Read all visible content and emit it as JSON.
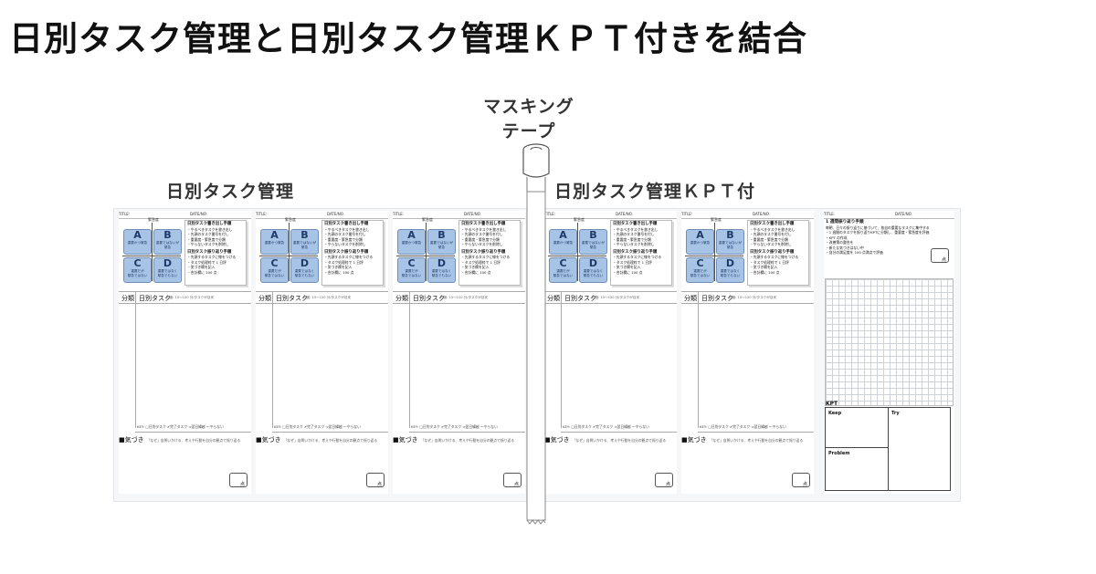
{
  "title": "日別タスク管理と日別タスク管理ＫＰＴ付きを結合",
  "labels": {
    "left": "日別タスク管理",
    "right": "日別タスク管理ＫＰＴ付",
    "tape_line1": "マスキング",
    "tape_line2": "テープ"
  },
  "sheet": {
    "header_title": "TITLE:",
    "header_date": "DATE/NO.",
    "axis_label": "緊急度",
    "quadrants": [
      {
        "letter": "A",
        "text1": "重要かつ緊急",
        "text2": ""
      },
      {
        "letter": "B",
        "text1": "重要ではないが",
        "text2": "緊急"
      },
      {
        "letter": "C",
        "text1": "重要だが",
        "text2": "緊急ではない"
      },
      {
        "letter": "D",
        "text1": "重要ではなく",
        "text2": "緊急でもない"
      }
    ],
    "steps_write_title": "日別タスク書き出し手順",
    "steps_write": [
      "・やるべきタスクを書き出し",
      "・先頭のタスク番号を付し",
      "・重要度・緊急度で分類",
      "・やらないタスクを削除し"
    ],
    "steps_review_title": "日別タスク振り返り手順",
    "steps_review": [
      "・先頭するタスクに線をつける",
      "・タスク処理枠で 1 日評",
      "・気づき欄を記入",
      "・合計欄に 100 点"
    ],
    "col_bunrui": "分類",
    "col_task": "日別タスク",
    "col_note": "粒度: 15～120 分/タスクが目安",
    "key_line": "KEY: □日別タスク ✔完了タスク ⇒翌日繰越 ～やらない",
    "kizuki": "■気づき",
    "kizuki_sub": "「なぜ」自問いかける、考えや行動を自分の観点で振り返る",
    "score": "点"
  },
  "kpt": {
    "reflect_title": "1 週間振り返り手順",
    "reflect_lines": [
      "毎朝、日々の振り返りに基づいて、各自の重要なタスクに集中する",
      "・1 週間のタスクを振り返りKPTに分類し、重要度・緊急度を評価",
      "・KPT の作成",
      "・改善策の整合を",
      "・新たな気づきはない中",
      "・自分の満足度を 100 点満点で評価"
    ],
    "score": "点",
    "title": "KPT",
    "keep": "Keep",
    "try": "Try",
    "problem": "Problem"
  },
  "colors": {
    "quadrant_fill": "#a7c4e6",
    "quadrant_border": "#6f8fb8",
    "sheet_bg": "#f6f7f8"
  }
}
